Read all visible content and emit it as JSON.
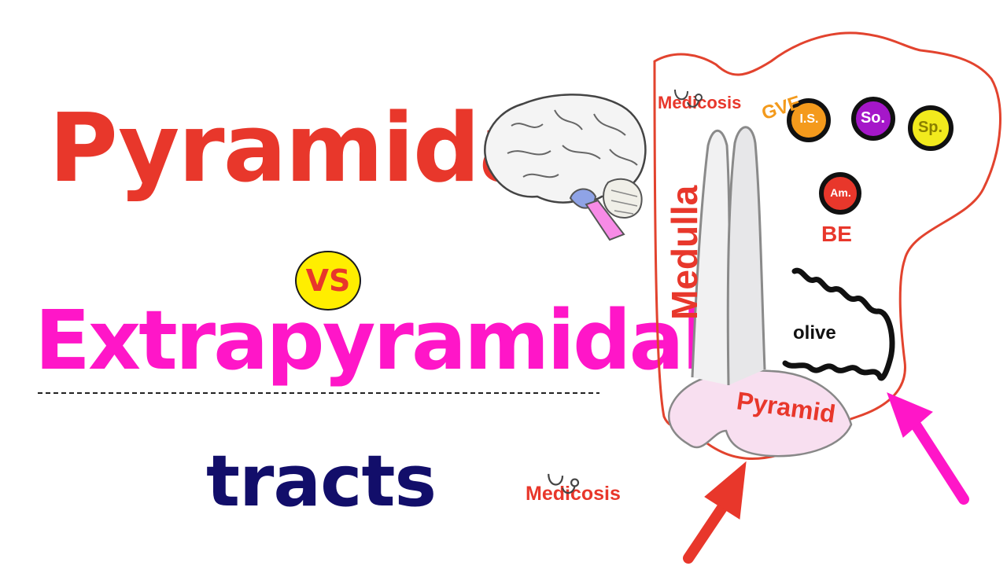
{
  "titles": {
    "line1": "Pyramidal",
    "vs": "VS",
    "line2": "Extrapyramidal",
    "line3": "tracts"
  },
  "diagram": {
    "medulla_label": "Medulla",
    "pyramid_label": "Pyramid",
    "olive_label": "olive",
    "gve_label": "GVE",
    "be_label": "BE",
    "nuclei": [
      "I.S.",
      "So.",
      "Sp.",
      "Am."
    ]
  },
  "logos": {
    "top": "Medicosis",
    "bottom": "Medicosis"
  },
  "colors": {
    "pyramidal": "#e8372b",
    "vs_fill": "#ffee00",
    "extrapyramidal": "#ff16c8",
    "tracts": "#120e6a",
    "outline": "#e2432e",
    "gve": "#f39a1c",
    "nucleus_is": "#f49a1c",
    "nucleus_so": "#a517c9",
    "nucleus_sp": "#f2ea1d",
    "nucleus_am": "#e8372b",
    "arrow_red": "#e8372b",
    "arrow_pink": "#ff16c8",
    "pyramid_fill": "#f8dff0"
  },
  "icons": [
    "brain-icon",
    "stethoscope-icon"
  ]
}
